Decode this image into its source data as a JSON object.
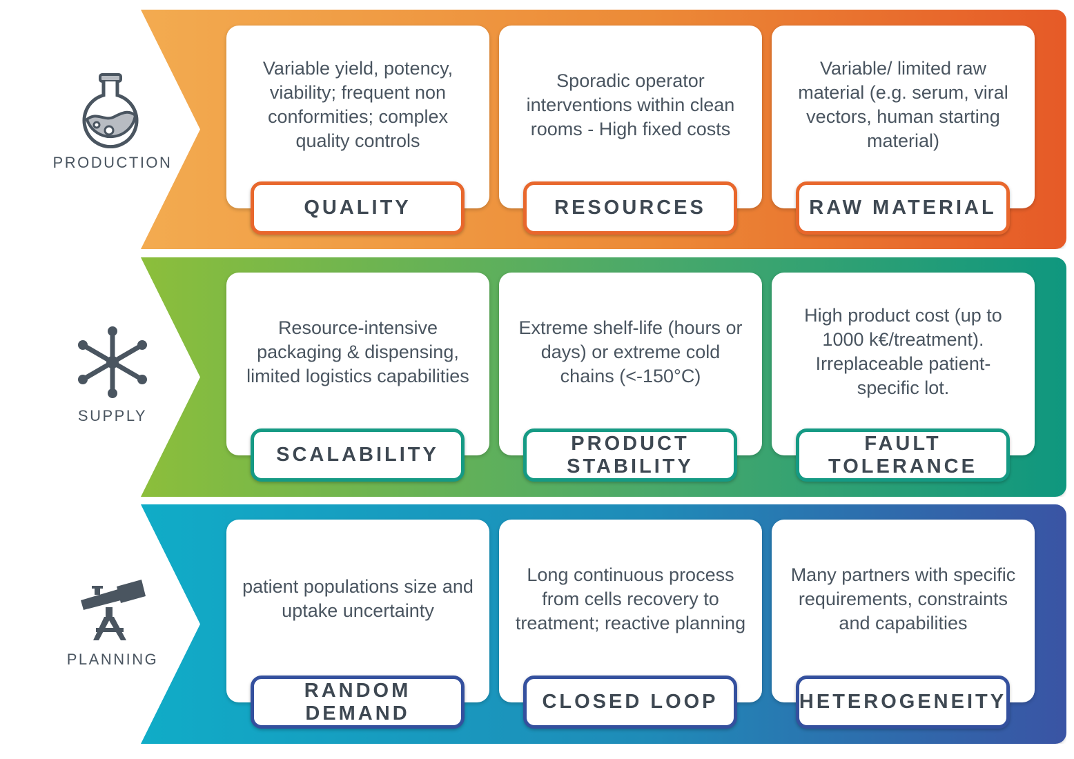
{
  "rows": [
    {
      "name": "PRODUCTION",
      "icon": "flask-icon",
      "color": "#e8672c",
      "cards": [
        {
          "text": "Variable yield, potency, viability; frequent non conformities; complex quality controls",
          "label": "QUALITY"
        },
        {
          "text": "Sporadic operator interventions within clean rooms - High fixed costs",
          "label": "RESOURCES"
        },
        {
          "text": "Variable/ limited raw material (e.g. serum, viral vectors, human starting material)",
          "label": "RAW MATERIAL"
        }
      ]
    },
    {
      "name": "SUPPLY",
      "icon": "network-icon",
      "color": "#159a84",
      "cards": [
        {
          "text": "Resource-intensive packaging & dispensing, limited logistics capabilities",
          "label": "SCALABILITY"
        },
        {
          "text": "Extreme shelf-life (hours or days) or extreme cold chains (<-150°C)",
          "label": "PRODUCT STABILITY"
        },
        {
          "text": "High product cost (up to 1000 k€/treatment). Irreplaceable patient-specific lot.",
          "label": "FAULT TOLERANCE"
        }
      ]
    },
    {
      "name": "PLANNING",
      "icon": "telescope-icon",
      "color": "#34509e",
      "cards": [
        {
          "text": "patient populations size and uptake uncertainty",
          "label": "RANDOM DEMAND"
        },
        {
          "text": "Long continuous process from cells recovery to treatment; reactive planning",
          "label": "CLOSED LOOP"
        },
        {
          "text": "Many partners with specific requirements, constraints and capabilities",
          "label": "HETEROGENEITY"
        }
      ]
    }
  ]
}
